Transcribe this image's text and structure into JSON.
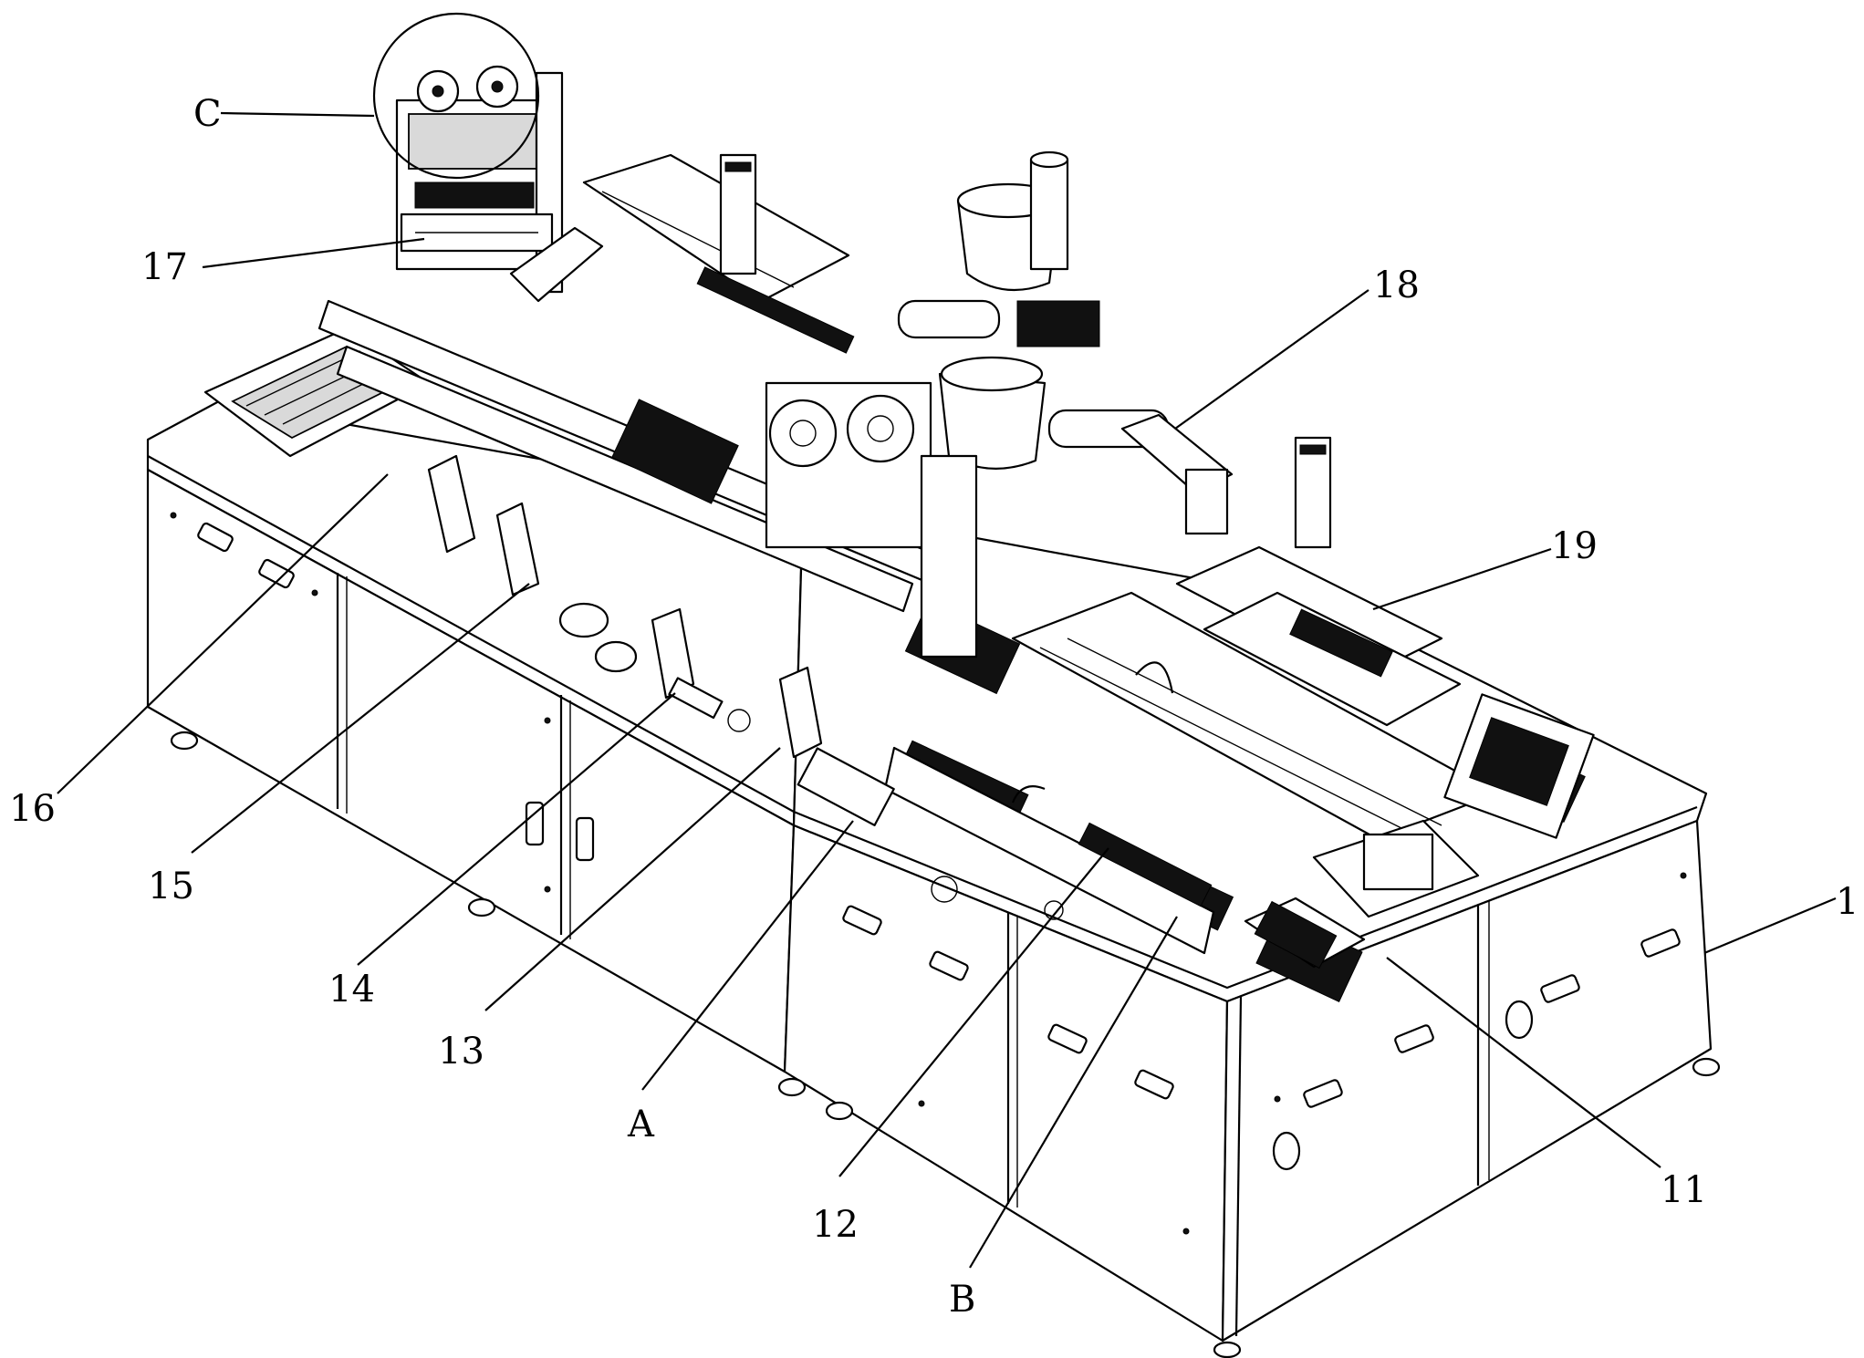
{
  "figure": {
    "labels": [
      "C",
      "17",
      "18",
      "19",
      "16",
      "15",
      "14",
      "13",
      "A",
      "12",
      "B",
      "11",
      "1"
    ]
  }
}
